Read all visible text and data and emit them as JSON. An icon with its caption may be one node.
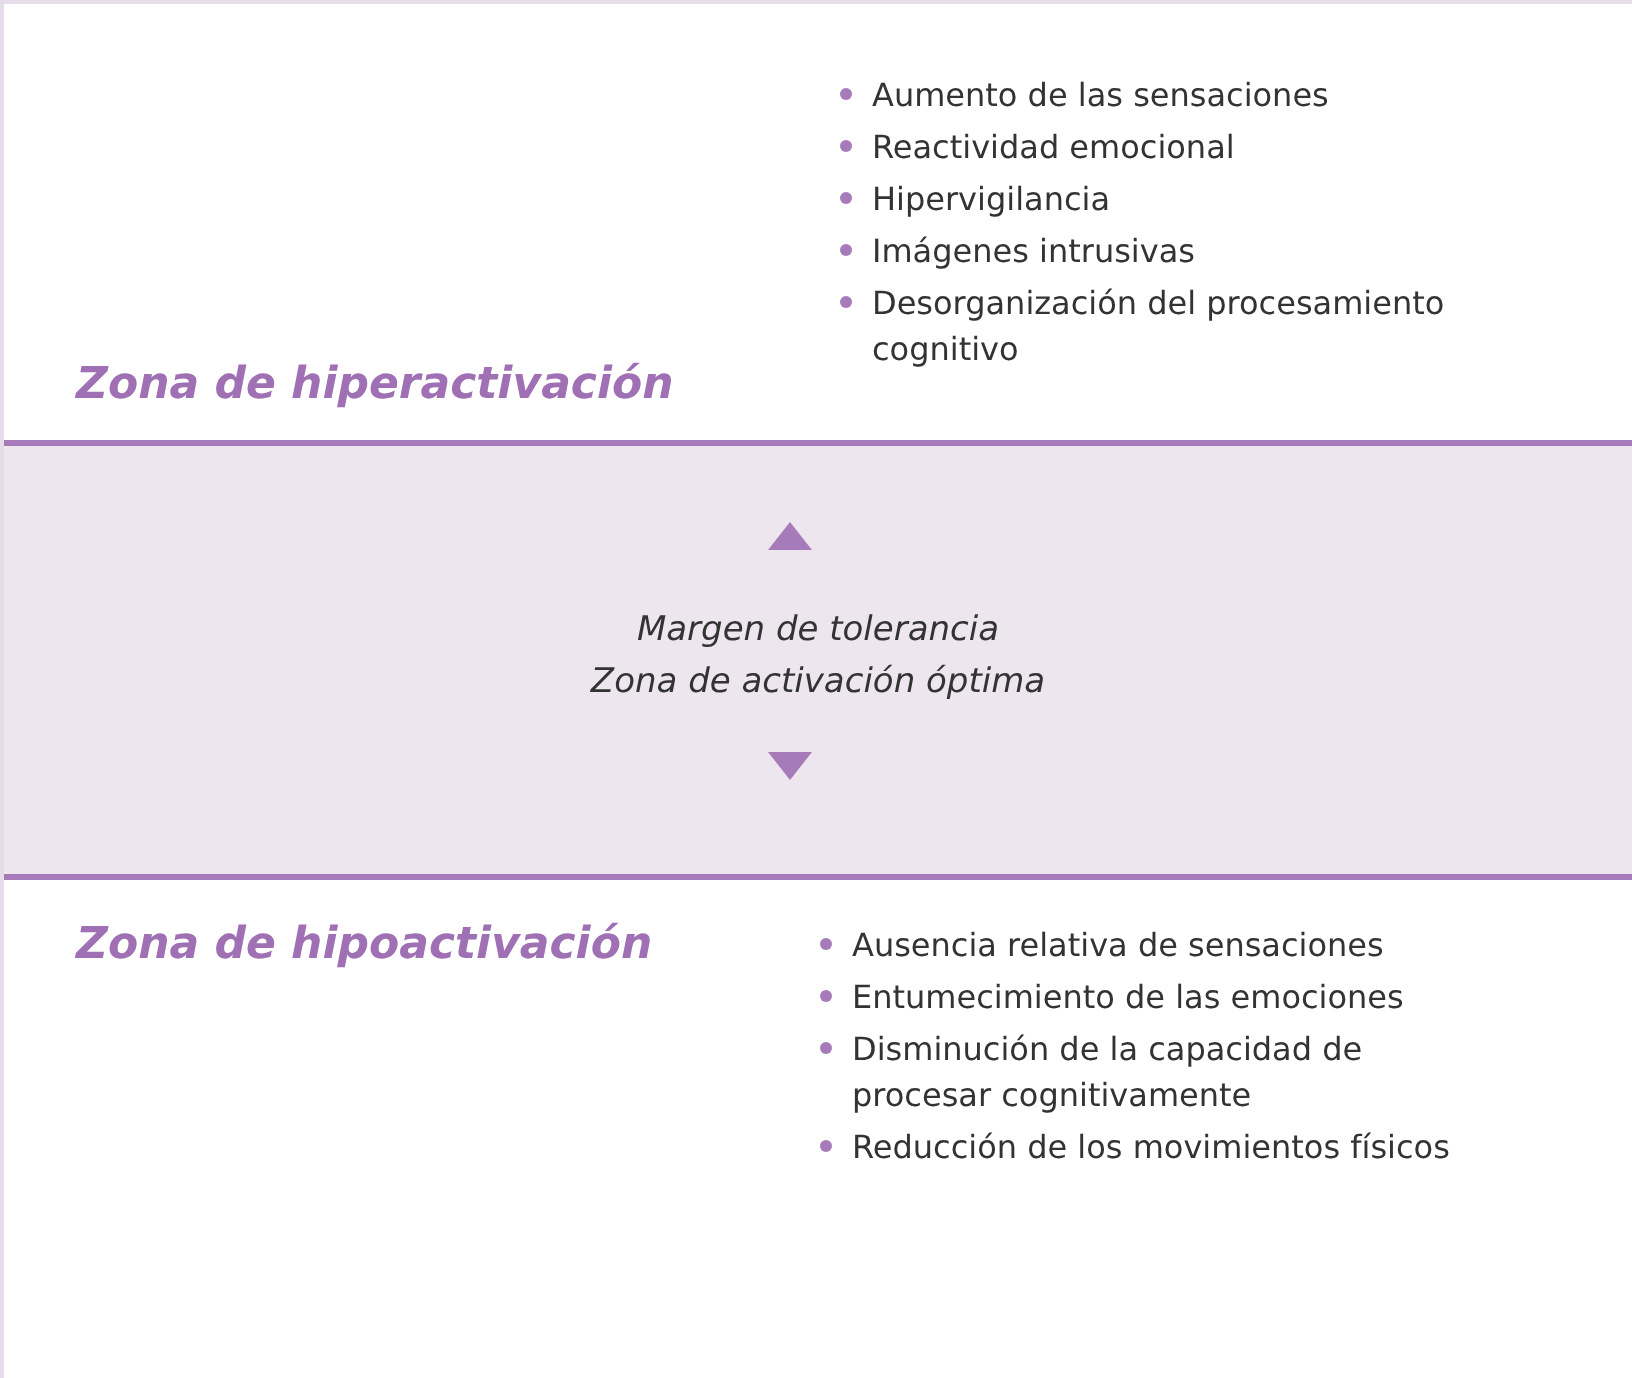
{
  "diagram": {
    "nodes": [
      {
        "text": [
          "Zona de hiperactivación",
          "Aumento de las sensaciones",
          "Reactividad emocional",
          "Hipervigilancia",
          "Imágenes intrusivas",
          "Desorganización del procesamiento cognitivo"
        ]
      },
      {
        "text": [
          "Margen de tolerancia",
          "Zona de activación óptima"
        ]
      },
      {
        "text": [
          "Zona de hipoactivación",
          "Ausencia relativa de sensaciones",
          "Entumecimiento de las emociones",
          "Disminución de la capacidad de procesar cognitivamente",
          "Reducción de los movimientos físicos"
        ]
      }
    ]
  }
}
